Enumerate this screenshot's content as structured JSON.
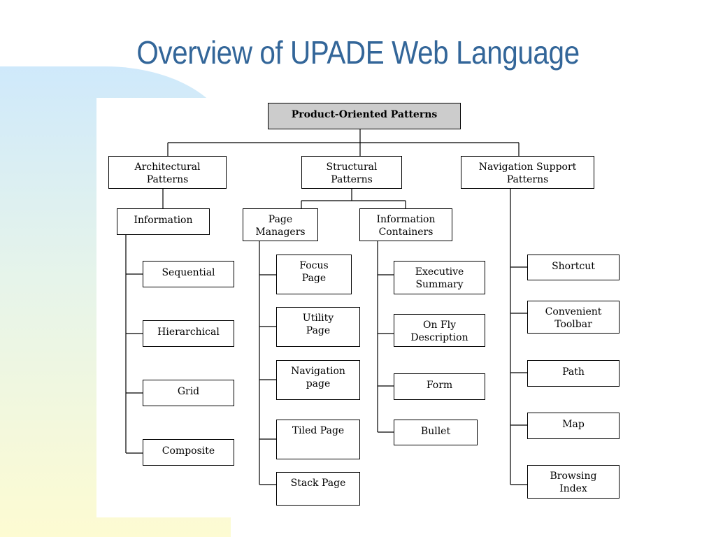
{
  "slide": {
    "title": "Overview of UPADE Web Language"
  },
  "diagram": {
    "root": "Product-Oriented Patterns",
    "level1": {
      "architectural": "Architectural\nPatterns",
      "structural": "Structural\nPatterns",
      "navigation": "Navigation Support\nPatterns"
    },
    "level2": {
      "information": "Information",
      "page_managers": "Page\nManagers",
      "information_containers": "Information\nContainers"
    },
    "information_children": [
      "Sequential",
      "Hierarchical",
      "Grid",
      "Composite"
    ],
    "page_manager_children": [
      "Focus\nPage",
      "Utility\nPage",
      "Navigation\npage",
      "Tiled Page",
      "Stack Page"
    ],
    "container_children": [
      "Executive\nSummary",
      "On Fly\nDescription",
      "Form",
      "Bullet"
    ],
    "navigation_children": [
      "Shortcut",
      "Convenient\nToolbar",
      "Path",
      "Map",
      "Browsing\nIndex"
    ]
  }
}
